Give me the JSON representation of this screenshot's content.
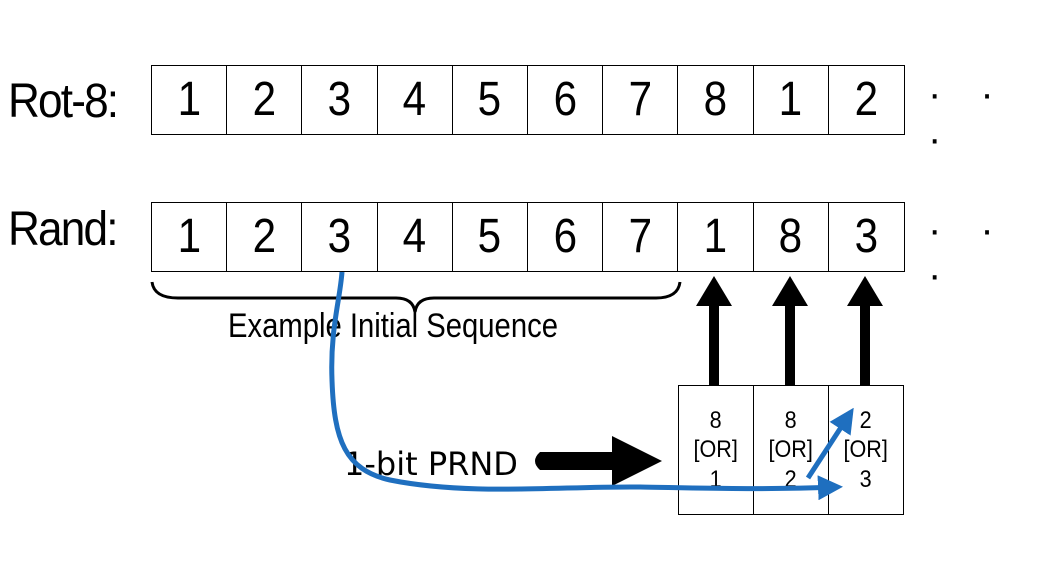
{
  "rows": [
    {
      "label": "Rot-8:",
      "cells": [
        "1",
        "2",
        "3",
        "4",
        "5",
        "6",
        "7",
        "8",
        "1",
        "2"
      ],
      "ellipsis": "· · ·"
    },
    {
      "label": "Rand:",
      "cells": [
        "1",
        "2",
        "3",
        "4",
        "5",
        "6",
        "7",
        "1",
        "8",
        "3"
      ],
      "ellipsis": "· · ·"
    }
  ],
  "brace_caption": "Example Initial Sequence",
  "prnd_label": "1-bit PRND",
  "choices": [
    {
      "top": "8",
      "mid": "[OR]",
      "bottom": "1"
    },
    {
      "top": "8",
      "mid": "[OR]",
      "bottom": "2"
    },
    {
      "top": "2",
      "mid": "[OR]",
      "bottom": "3"
    }
  ],
  "colors": {
    "flow_arrow": "#1f6fbf",
    "box_border": "#000000",
    "heavy_arrow": "#000000"
  }
}
